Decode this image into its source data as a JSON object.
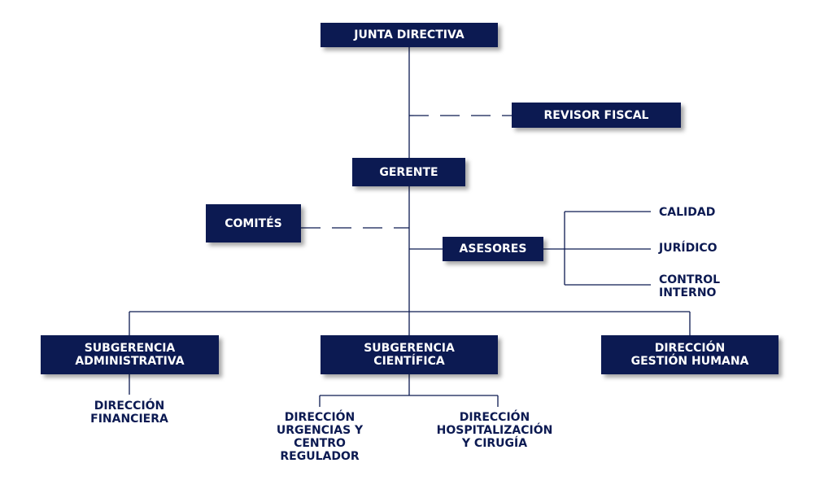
{
  "boxes": {
    "junta": "JUNTA DIRECTIVA",
    "revisor": "REVISOR FISCAL",
    "gerente": "GERENTE",
    "comites": "COMITÉS",
    "asesores": "ASESORES",
    "sub_admin": [
      "SUBGERENCIA",
      "ADMINISTRATIVA"
    ],
    "sub_cient": [
      "SUBGERENCIA",
      "CIENTÍFICA"
    ],
    "dir_gh": [
      "DIRECCIÓN",
      "GESTIÓN HUMANA"
    ]
  },
  "labels": {
    "calidad": "CALIDAD",
    "juridico": "JURÍDICO",
    "control": [
      "CONTROL",
      "INTERNO"
    ],
    "dir_fin": [
      "DIRECCIÓN",
      "FINANCIERA"
    ],
    "dir_urg": [
      "DIRECCIÓN",
      "URGENCIAS Y",
      "CENTRO",
      "REGULADOR"
    ],
    "dir_hosp": [
      "DIRECCIÓN",
      "HOSPITALIZACIÓN",
      "Y CIRUGÍA"
    ]
  },
  "colors": {
    "primary": "#0c1a52",
    "line": "#0c1a52"
  }
}
